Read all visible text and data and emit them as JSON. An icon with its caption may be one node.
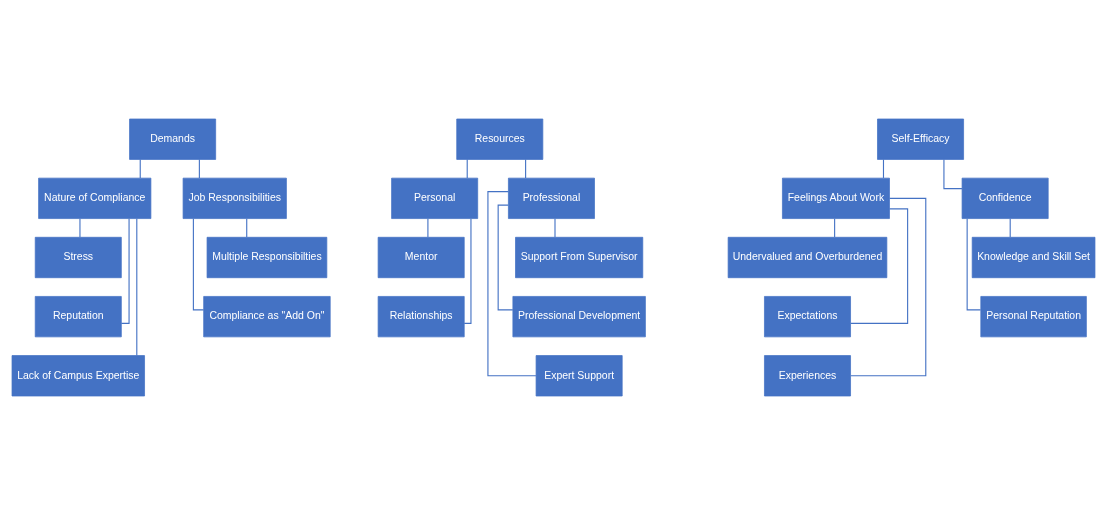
{
  "diagram": {
    "nodes": [
      {
        "text": [
          "Demands"
        ]
      },
      {
        "text": [
          "Nature of Compliance"
        ]
      },
      {
        "text": [
          "Job Responsibilities"
        ]
      },
      {
        "text": [
          "Stress"
        ]
      },
      {
        "text": [
          "Reputation"
        ]
      },
      {
        "text": [
          "Lack of Campus Expertise"
        ]
      },
      {
        "text": [
          "Multiple Responsibilties"
        ]
      },
      {
        "text": [
          "Compliance as \"Add On\""
        ]
      },
      {
        "text": [
          "Resources"
        ]
      },
      {
        "text": [
          "Personal"
        ]
      },
      {
        "text": [
          "Professional"
        ]
      },
      {
        "text": [
          "Mentor"
        ]
      },
      {
        "text": [
          "Relationships"
        ]
      },
      {
        "text": [
          "Support From Supervisor"
        ]
      },
      {
        "text": [
          "Professional Development"
        ]
      },
      {
        "text": [
          "Expert Support"
        ]
      },
      {
        "text": [
          "Self-Efficacy"
        ]
      },
      {
        "text": [
          "Feelings About Work"
        ]
      },
      {
        "text": [
          "Confidence"
        ]
      },
      {
        "text": [
          "Undervalued and Overburdened"
        ]
      },
      {
        "text": [
          "Expectations"
        ]
      },
      {
        "text": [
          "Experiences"
        ]
      },
      {
        "text": [
          "Knowledge and Skill Set"
        ]
      },
      {
        "text": [
          "Personal Reputation"
        ]
      }
    ],
    "edges": [
      {
        "from": 0,
        "to": 1,
        "arrow": "none"
      },
      {
        "from": 0,
        "to": 2,
        "arrow": "none"
      },
      {
        "from": 1,
        "to": 3,
        "arrow": "none"
      },
      {
        "from": 1,
        "to": 4,
        "arrow": "none"
      },
      {
        "from": 1,
        "to": 5,
        "arrow": "none"
      },
      {
        "from": 2,
        "to": 6,
        "arrow": "none"
      },
      {
        "from": 2,
        "to": 7,
        "arrow": "none"
      },
      {
        "from": 8,
        "to": 9,
        "arrow": "none"
      },
      {
        "from": 8,
        "to": 10,
        "arrow": "none"
      },
      {
        "from": 9,
        "to": 11,
        "arrow": "none"
      },
      {
        "from": 9,
        "to": 12,
        "arrow": "none"
      },
      {
        "from": 10,
        "to": 13,
        "arrow": "none"
      },
      {
        "from": 10,
        "to": 14,
        "arrow": "none"
      },
      {
        "from": 10,
        "to": 15,
        "arrow": "none"
      },
      {
        "from": 16,
        "to": 17,
        "arrow": "none"
      },
      {
        "from": 16,
        "to": 18,
        "arrow": "none"
      },
      {
        "from": 17,
        "to": 19,
        "arrow": "none"
      },
      {
        "from": 17,
        "to": 20,
        "arrow": "none"
      },
      {
        "from": 17,
        "to": 21,
        "arrow": "none"
      },
      {
        "from": 18,
        "to": 22,
        "arrow": "none"
      },
      {
        "from": 18,
        "to": 23,
        "arrow": "none"
      }
    ]
  }
}
